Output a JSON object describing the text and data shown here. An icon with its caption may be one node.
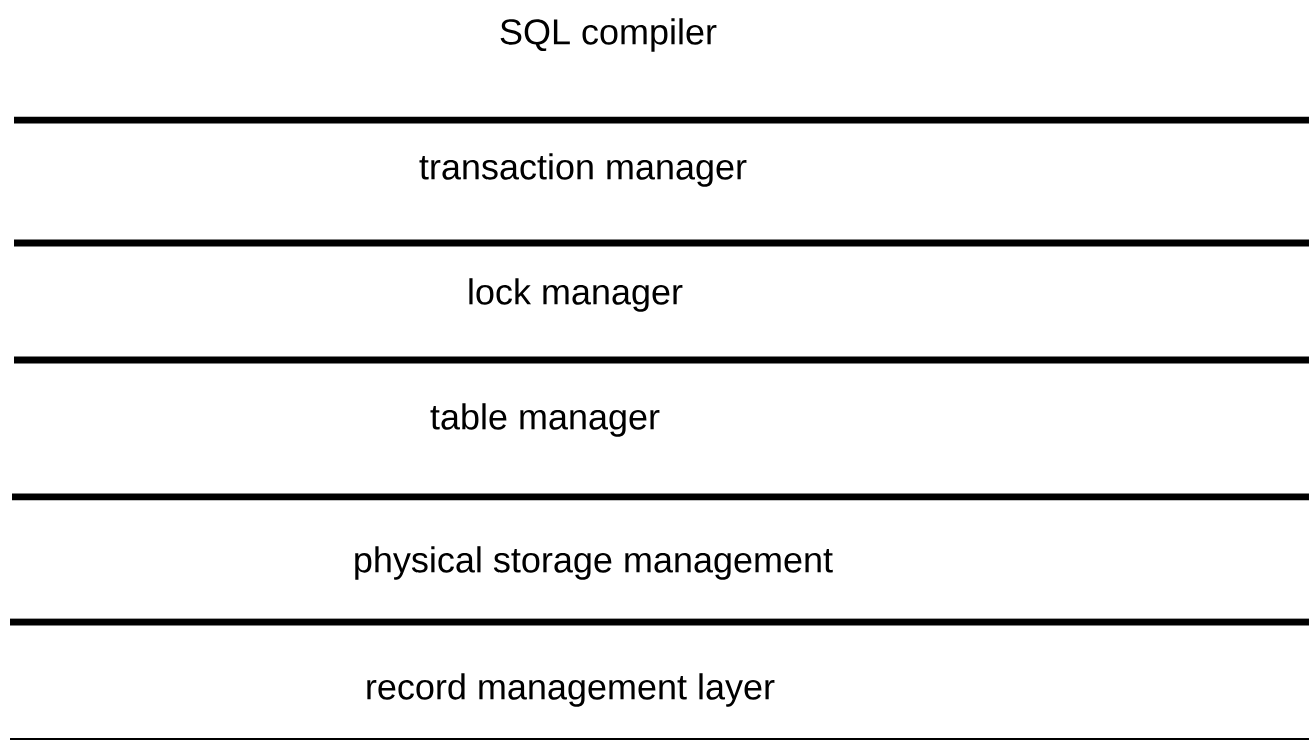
{
  "diagram": {
    "nodes": [
      {
        "text": [
          "SQL compiler"
        ]
      },
      {
        "text": [
          "transaction manager"
        ]
      },
      {
        "text": [
          "lock manager"
        ]
      },
      {
        "text": [
          "table manager"
        ]
      },
      {
        "text": [
          "physical storage management"
        ]
      },
      {
        "text": [
          "record management layer"
        ]
      }
    ]
  }
}
